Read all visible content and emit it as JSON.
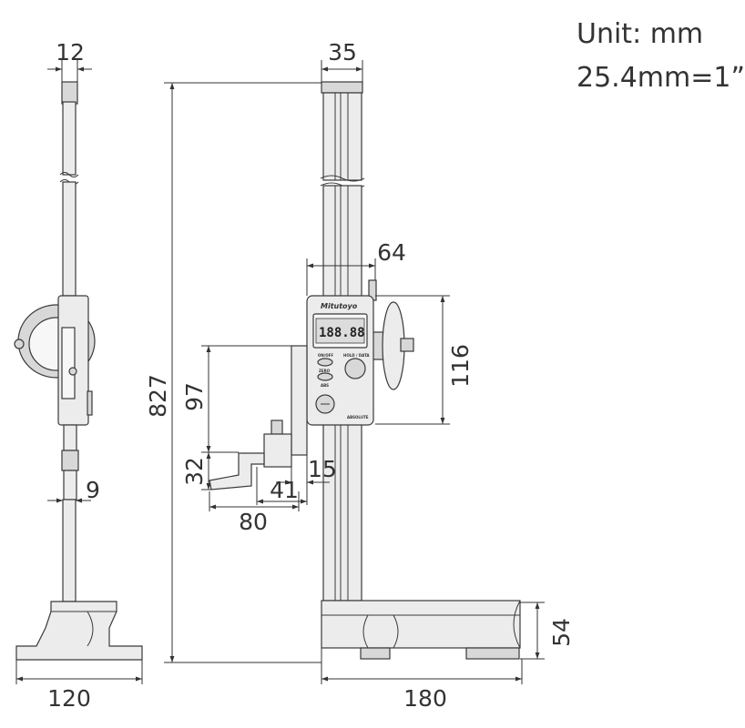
{
  "units": {
    "line1": "Unit: mm",
    "line2": "25.4mm=1”"
  },
  "dimensions": {
    "side_top_width": "12",
    "side_beam_thickness": "9",
    "side_base_width": "120",
    "front_beam_width": "35",
    "total_height": "827",
    "slider_width": "64",
    "slider_height": "116",
    "scriber_height": "97",
    "scriber_offset": "32",
    "scriber_clamp": "15",
    "scriber_reach": "41",
    "scriber_length": "80",
    "base_height": "54",
    "base_length": "180"
  },
  "instrument": {
    "brand": "Mitutoyo",
    "display_reading": "188.88",
    "button_on_off": "ON/OFF",
    "button_zero": "ZERO",
    "button_hold": "HOLD / DATA",
    "button_abs": "ABS",
    "label_bottom": "ABSOLUTE"
  },
  "colors": {
    "outline": "#3a3a3a",
    "fill": "#ececec",
    "text": "#333333"
  }
}
